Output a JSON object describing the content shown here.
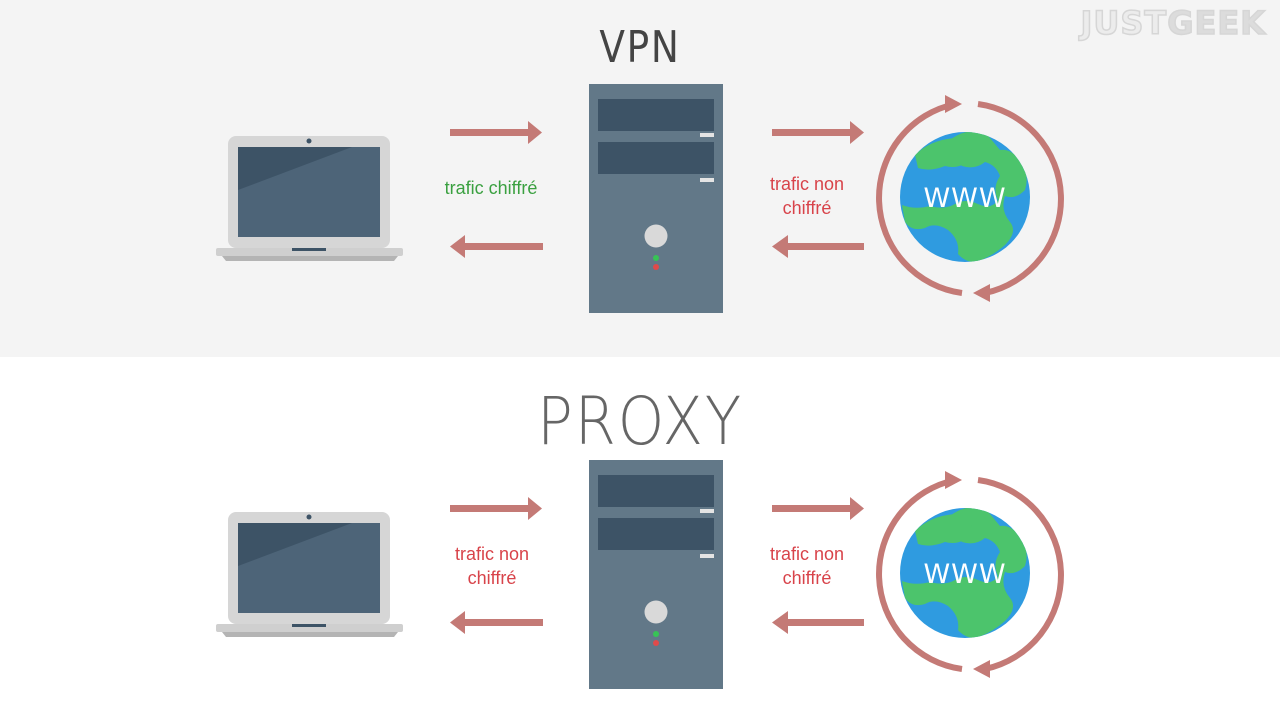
{
  "watermark": {
    "part1": "JUST",
    "part2": "GEEK"
  },
  "vpn": {
    "title": "VPN",
    "left_label": "trafic chiffré",
    "right_label_line1": "trafic non",
    "right_label_line2": "chiffré"
  },
  "proxy": {
    "title": "PROXY",
    "left_label_line1": "trafic non",
    "left_label_line2": "chiffré",
    "right_label_line1": "trafic non",
    "right_label_line2": "chiffré"
  },
  "globe": {
    "vpn_text": "WWW",
    "proxy_text": "WWW"
  },
  "colors": {
    "encrypted": "#3aa040",
    "unencrypted": "#d8434a",
    "arrow": "#c47a76",
    "server": "#627888",
    "screen": "#3d5366",
    "ocean": "#2f9be0",
    "land": "#4cc46c"
  },
  "icons": [
    "laptop-icon",
    "server-icon",
    "globe-icon",
    "arrow-right-icon",
    "arrow-left-icon",
    "cycle-arrows-icon"
  ]
}
